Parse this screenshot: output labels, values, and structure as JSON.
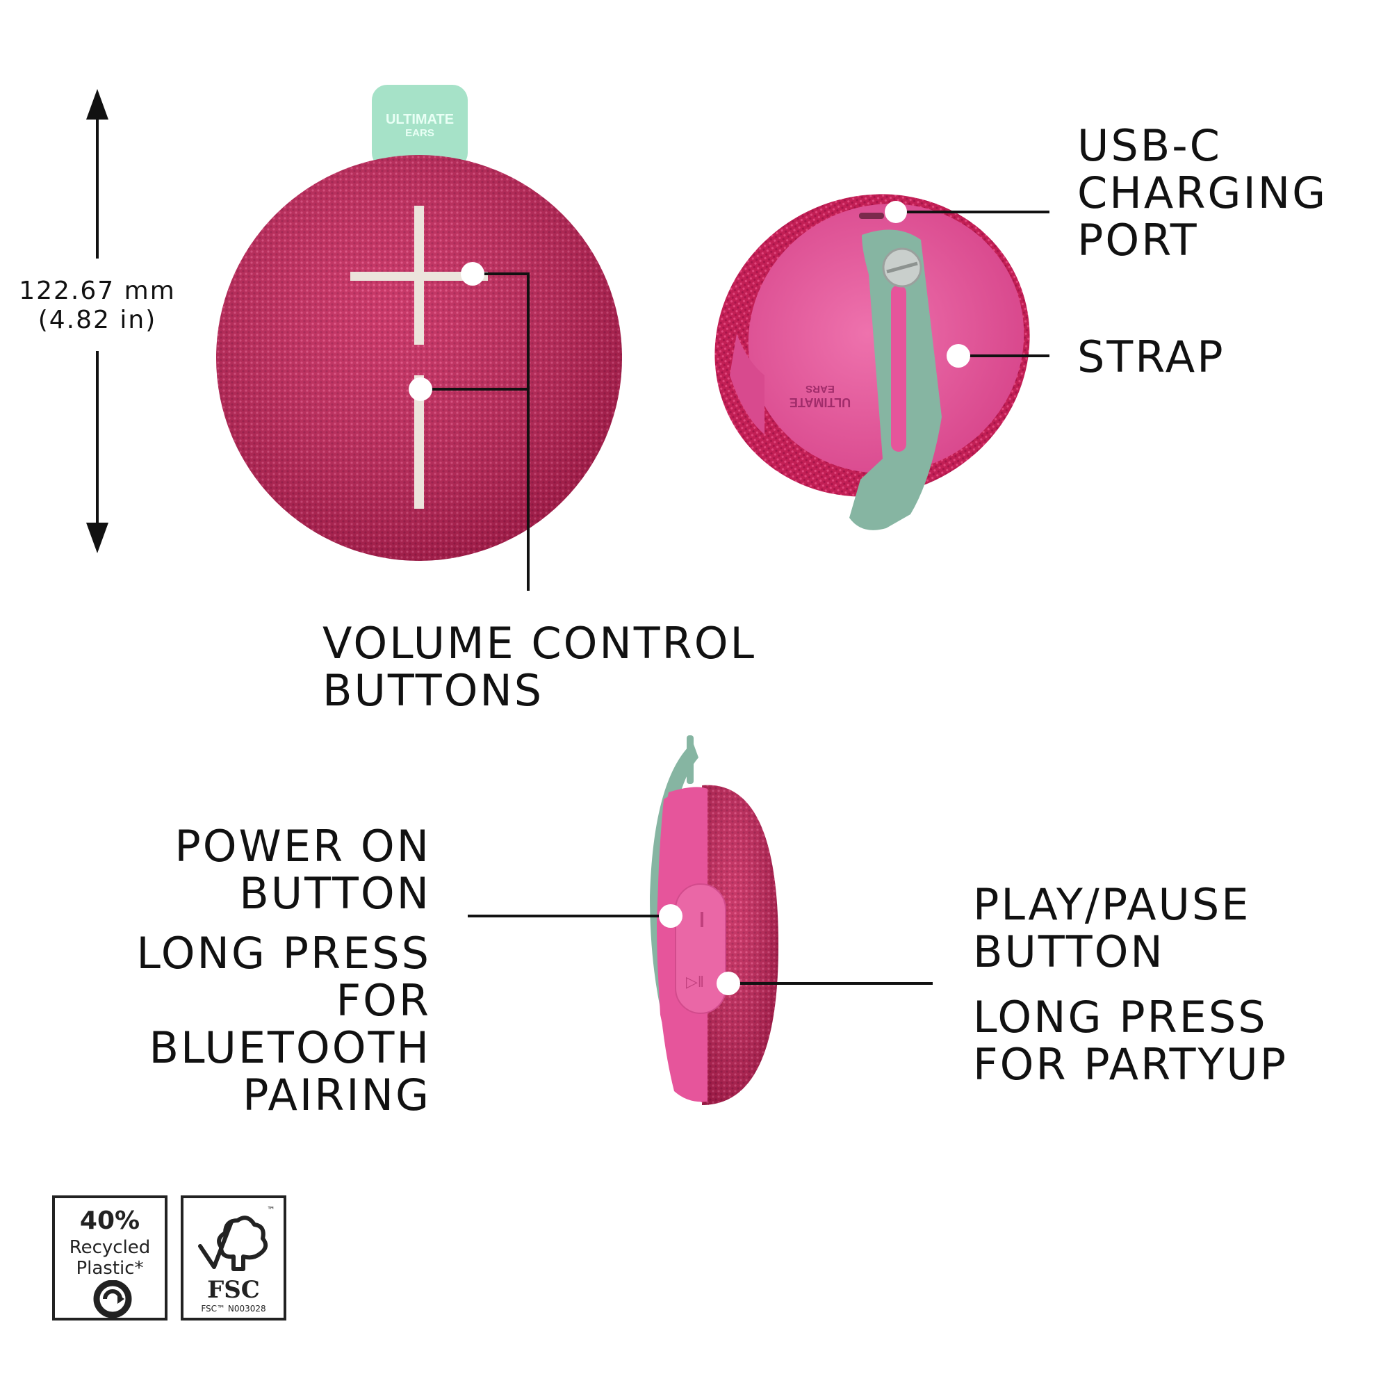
{
  "dimension": {
    "metric": "122.67 mm",
    "imperial": "(4.82 in)"
  },
  "callouts": {
    "usb": [
      "USB-C",
      "CHARGING",
      "PORT"
    ],
    "strap": [
      "STRAP"
    ],
    "volume": [
      "VOLUME CONTROL",
      "BUTTONS"
    ],
    "power": [
      "POWER ON",
      "BUTTON"
    ],
    "power_long": [
      "LONG PRESS",
      "FOR",
      "BLUETOOTH",
      "PAIRING"
    ],
    "play": [
      "PLAY/PAUSE",
      "BUTTON"
    ],
    "play_long": [
      "LONG PRESS",
      "FOR PARTYUP"
    ]
  },
  "product": {
    "brand_line1": "ULTIMATE",
    "brand_line2": "EARS"
  },
  "badges": {
    "recycled": {
      "percent": "40%",
      "line1": "Recycled",
      "line2": "Plastic*"
    },
    "fsc": {
      "mark": "FSC",
      "tm": "™",
      "code": "FSC™ N003028"
    }
  },
  "colors": {
    "fabric": "#c8235a",
    "body": "#e6559b",
    "strap": "#86b5a2",
    "tab": "#a6e2c8",
    "button_mark": "#ece4dc",
    "line": "#111111"
  }
}
